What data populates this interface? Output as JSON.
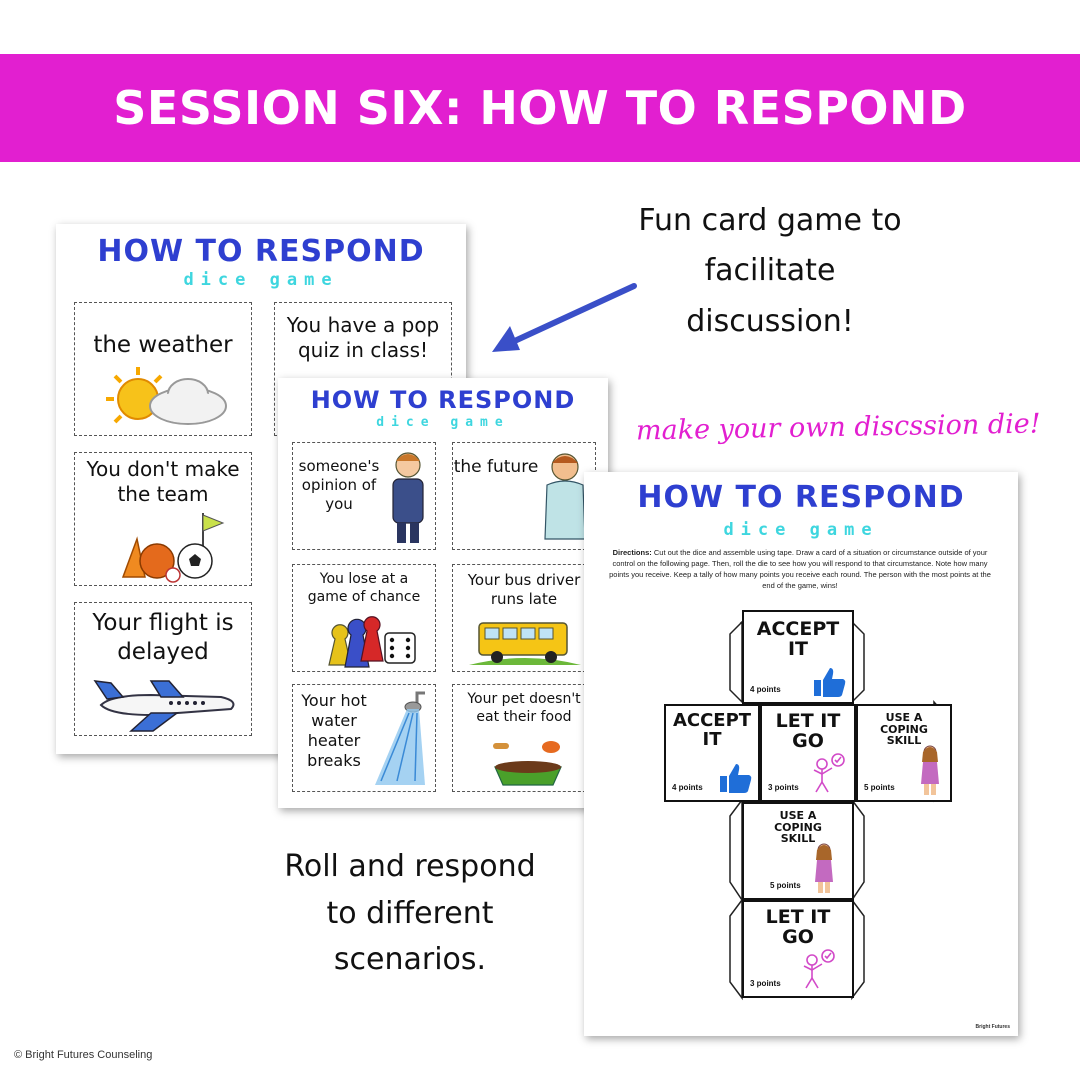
{
  "banner": {
    "title": "SESSION SIX: HOW TO RESPOND"
  },
  "sheet_title": "HOW TO RESPOND",
  "sheet_subtitle": "dice game",
  "back_sheet": {
    "cards": [
      "the weather",
      "You have a pop quiz in class!",
      "You don't make the team",
      "Your flight is delayed"
    ]
  },
  "middle_sheet": {
    "cards": [
      "someone's opinion of you",
      "the future",
      "You lose at a game of chance",
      "Your bus driver runs late",
      "Your hot water heater breaks",
      "Your pet doesn't eat their food"
    ]
  },
  "front_sheet": {
    "directions_label": "Directions:",
    "directions_text": "Cut out the dice and assemble using tape. Draw a card of a situation or circumstance outside of your control on the following page. Then, roll the die to see how you will respond to that circumstance. Note how many points you receive. Keep a tally of how many points you receive each round. The person with the most points at the end of the game, wins!",
    "faces": [
      {
        "label": "ACCEPT IT",
        "points": "4 points"
      },
      {
        "label": "ACCEPT IT",
        "points": "4 points"
      },
      {
        "label": "LET IT GO",
        "points": "3 points"
      },
      {
        "label": "USE A COPING SKILL",
        "points": "5 points"
      },
      {
        "label": "USE A COPING SKILL",
        "points": "5 points"
      },
      {
        "label": "LET IT GO",
        "points": "3 points"
      }
    ],
    "brand_mark": "Bright Futures"
  },
  "callouts": {
    "card_game": "Fun card game to facilitate discussion!",
    "make_die": "make your own discssion die!",
    "roll": "Roll and respond to different scenarios."
  },
  "footer": "© Bright Futures Counseling",
  "colors": {
    "banner": "#e21fd0",
    "title_blue": "#2e3fd0",
    "subtitle_cyan": "#3ed6df",
    "arrow": "#3a4fc8"
  }
}
